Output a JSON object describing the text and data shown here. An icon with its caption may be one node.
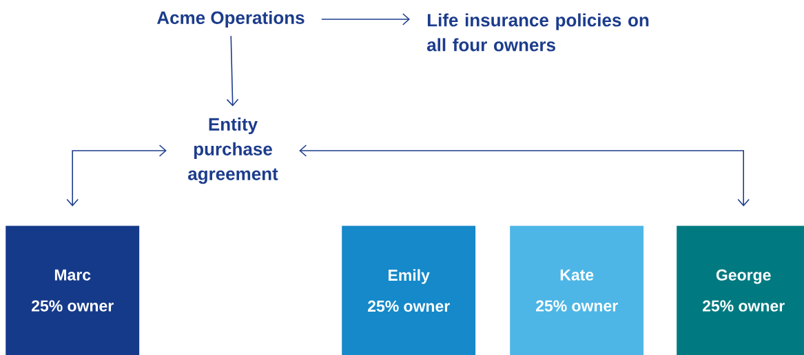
{
  "diagram": {
    "nodes": [
      {
        "text": [
          "Acme Operations"
        ]
      },
      {
        "text": [
          "Life insurance policies on all four owners"
        ]
      },
      {
        "text": [
          "Entity purchase agreement"
        ]
      },
      {
        "text": [
          "Marc",
          "25% owner"
        ]
      },
      {
        "text": [
          "Emily",
          "25% owner"
        ]
      },
      {
        "text": [
          "Kate",
          "25% owner"
        ]
      },
      {
        "text": [
          "George",
          "25% owner"
        ]
      }
    ],
    "edges": [
      {
        "from": 0,
        "to": 1,
        "arrow": "to"
      },
      {
        "from": 0,
        "to": 2,
        "arrow": "to"
      },
      {
        "from": 2,
        "to": 3,
        "arrow": "both"
      },
      {
        "from": 2,
        "to": 6,
        "arrow": "both"
      }
    ]
  }
}
